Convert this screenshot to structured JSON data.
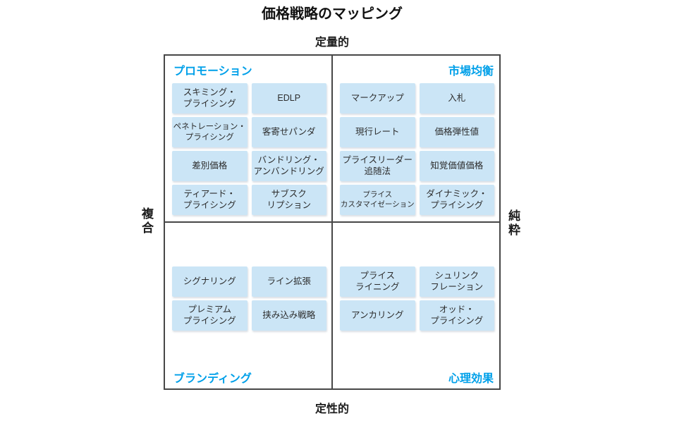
{
  "title": "価格戦略のマッピング",
  "axes": {
    "top": "定量的",
    "bottom": "定性的",
    "left": "複合",
    "right": "純粋"
  },
  "quadrants": {
    "top_left": {
      "label": "プロモーション",
      "items": [
        "スキミング・\nプライシング",
        "EDLP",
        "ペネトレーション・\nプライシング",
        "客寄せパンダ",
        "差別価格",
        "バンドリング・\nアンバンドリング",
        "ティアード・\nプライシング",
        "サブスク\nリプション"
      ]
    },
    "top_right": {
      "label": "市場均衡",
      "items": [
        "マークアップ",
        "入札",
        "現行レート",
        "価格弾性値",
        "プライスリーダー\n追随法",
        "知覚価値価格",
        "プライス\nカスタマイゼーション",
        "ダイナミック・\nプライシング"
      ]
    },
    "bottom_left": {
      "label": "ブランディング",
      "items": [
        "シグナリング",
        "ライン拡張",
        "プレミアム\nプライシング",
        "挟み込み戦略"
      ]
    },
    "bottom_right": {
      "label": "心理効果",
      "items": [
        "プライス\nライニング",
        "シュリンク\nフレーション",
        "アンカリング",
        "オッド・\nプライシング"
      ]
    }
  },
  "colors": {
    "accent": "#00a0e9",
    "cell_bg": "#cbe5f6",
    "border": "#474747",
    "text": "#1c1c1c"
  }
}
